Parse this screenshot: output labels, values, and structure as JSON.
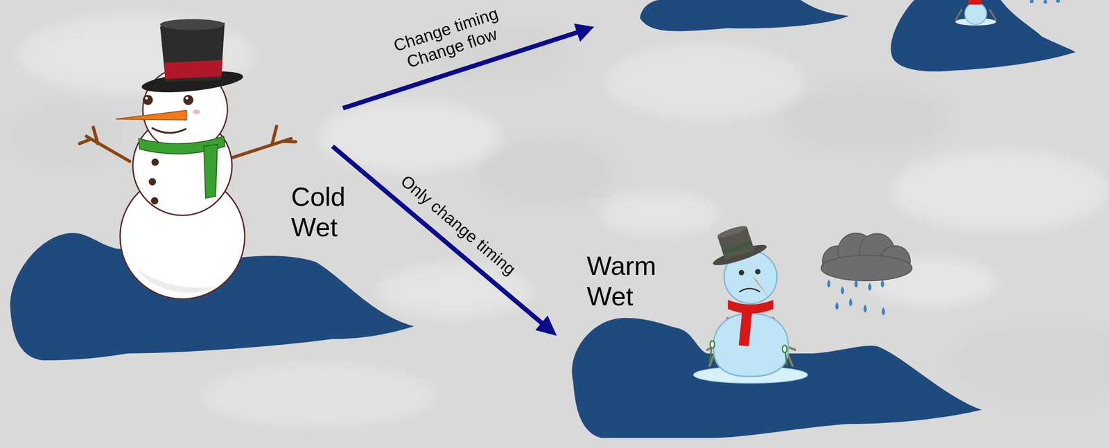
{
  "diagram": {
    "nodes": [
      {
        "text": [
          "Cold Wet"
        ]
      },
      {
        "text": [
          "Warm Wet"
        ]
      }
    ],
    "edges": [
      {
        "from": 0,
        "to": 1,
        "label": "Only change timing",
        "arrow": "to"
      }
    ],
    "labels": [
      "Change timing Change flow"
    ]
  }
}
